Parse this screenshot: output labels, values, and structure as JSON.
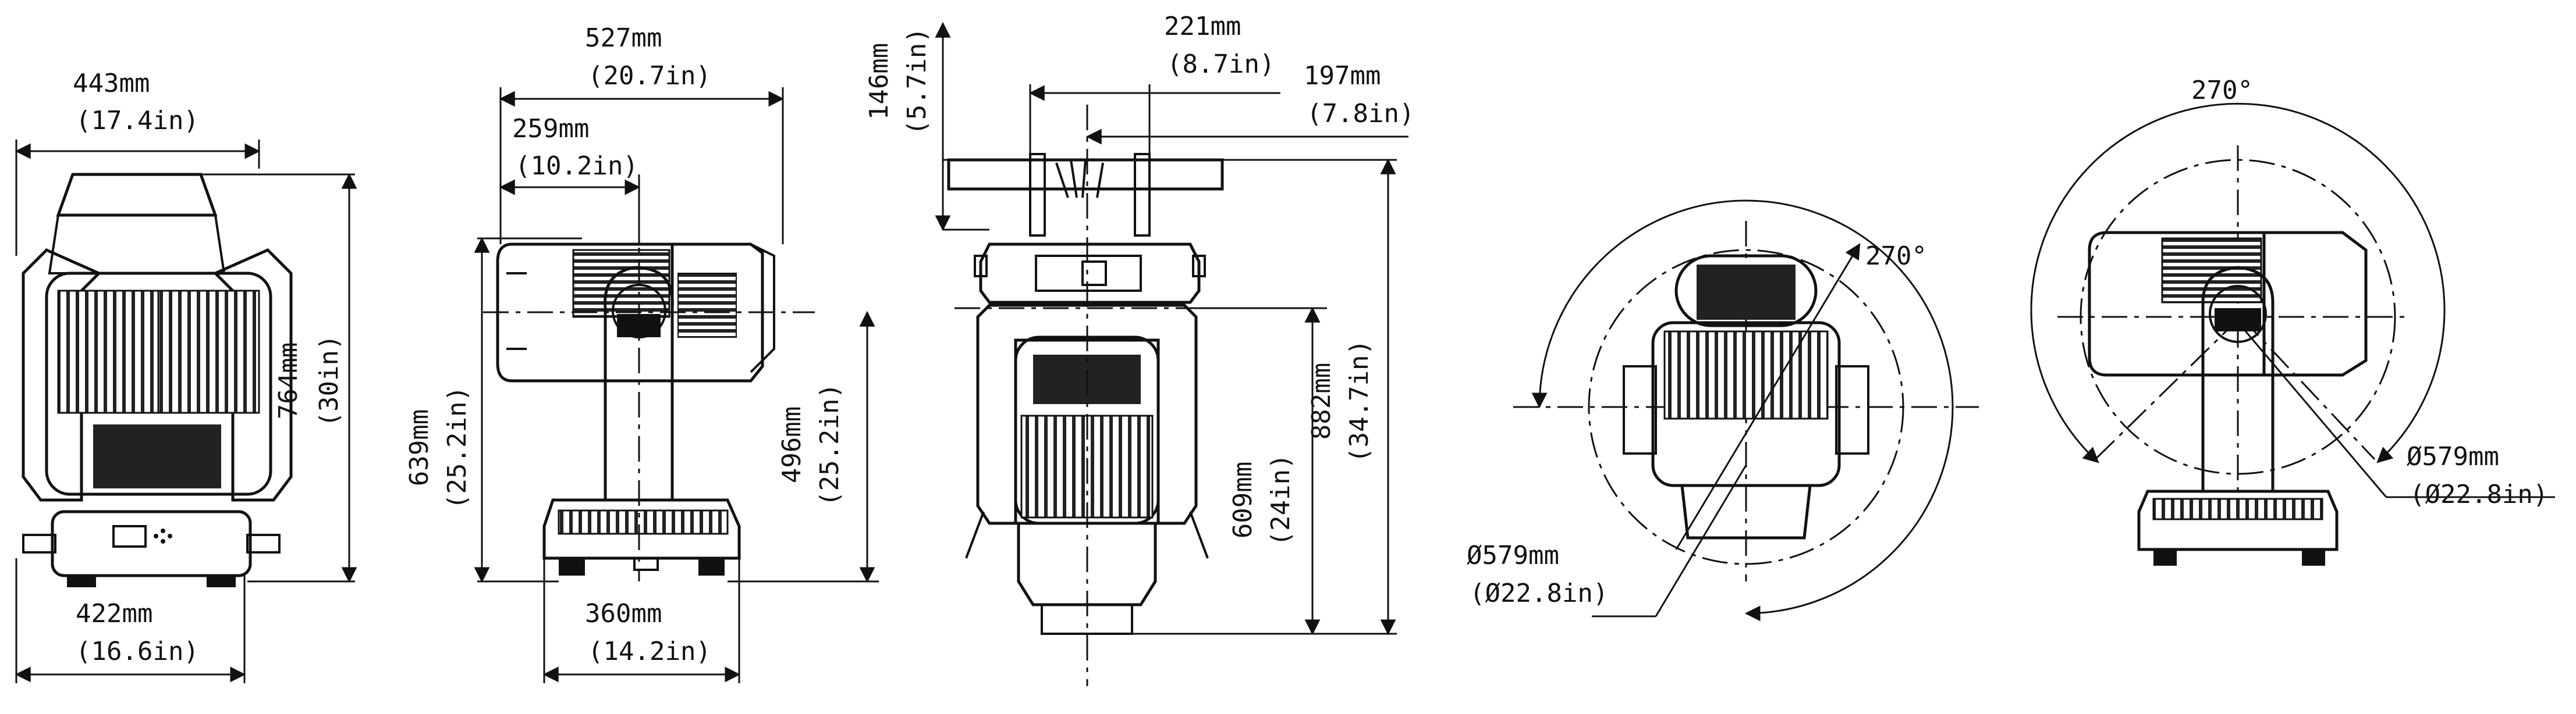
{
  "colors": {
    "ink": "#111111",
    "background": "#ffffff"
  },
  "views": {
    "front": {
      "width_top": {
        "mm": "443mm",
        "in": "(17.4in)"
      },
      "height": {
        "mm": "764mm",
        "in": "(30in)"
      },
      "width_base": {
        "mm": "422mm",
        "in": "(16.6in)"
      }
    },
    "side": {
      "depth_total": {
        "mm": "527mm",
        "in": "(20.7in)"
      },
      "depth_rear": {
        "mm": "259mm",
        "in": "(10.2in)"
      },
      "height_pivot": {
        "mm": "639mm",
        "in": "(25.2in)"
      },
      "height_arm": {
        "mm": "496mm",
        "in": "(25.2in)"
      },
      "base_width": {
        "mm": "360mm",
        "in": "(14.2in)"
      }
    },
    "hanging": {
      "clamp_height": {
        "mm": "146mm",
        "in": "(5.7in)"
      },
      "clamp_spacing": {
        "mm": "221mm",
        "in": "(8.7in)"
      },
      "clamp_offset": {
        "mm": "197mm",
        "in": "(7.8in)"
      },
      "hang_height": {
        "mm": "609mm",
        "in": "(24in)"
      },
      "total_height": {
        "mm": "882mm",
        "in": "(34.7in)"
      }
    },
    "top_rotation": {
      "angle": "270°",
      "diameter": {
        "mm": "Ø579mm",
        "in": "(Ø22.8in)"
      }
    },
    "side_rotation": {
      "angle": "270°",
      "diameter": {
        "mm": "Ø579mm",
        "in": "(Ø22.8in)"
      }
    }
  }
}
